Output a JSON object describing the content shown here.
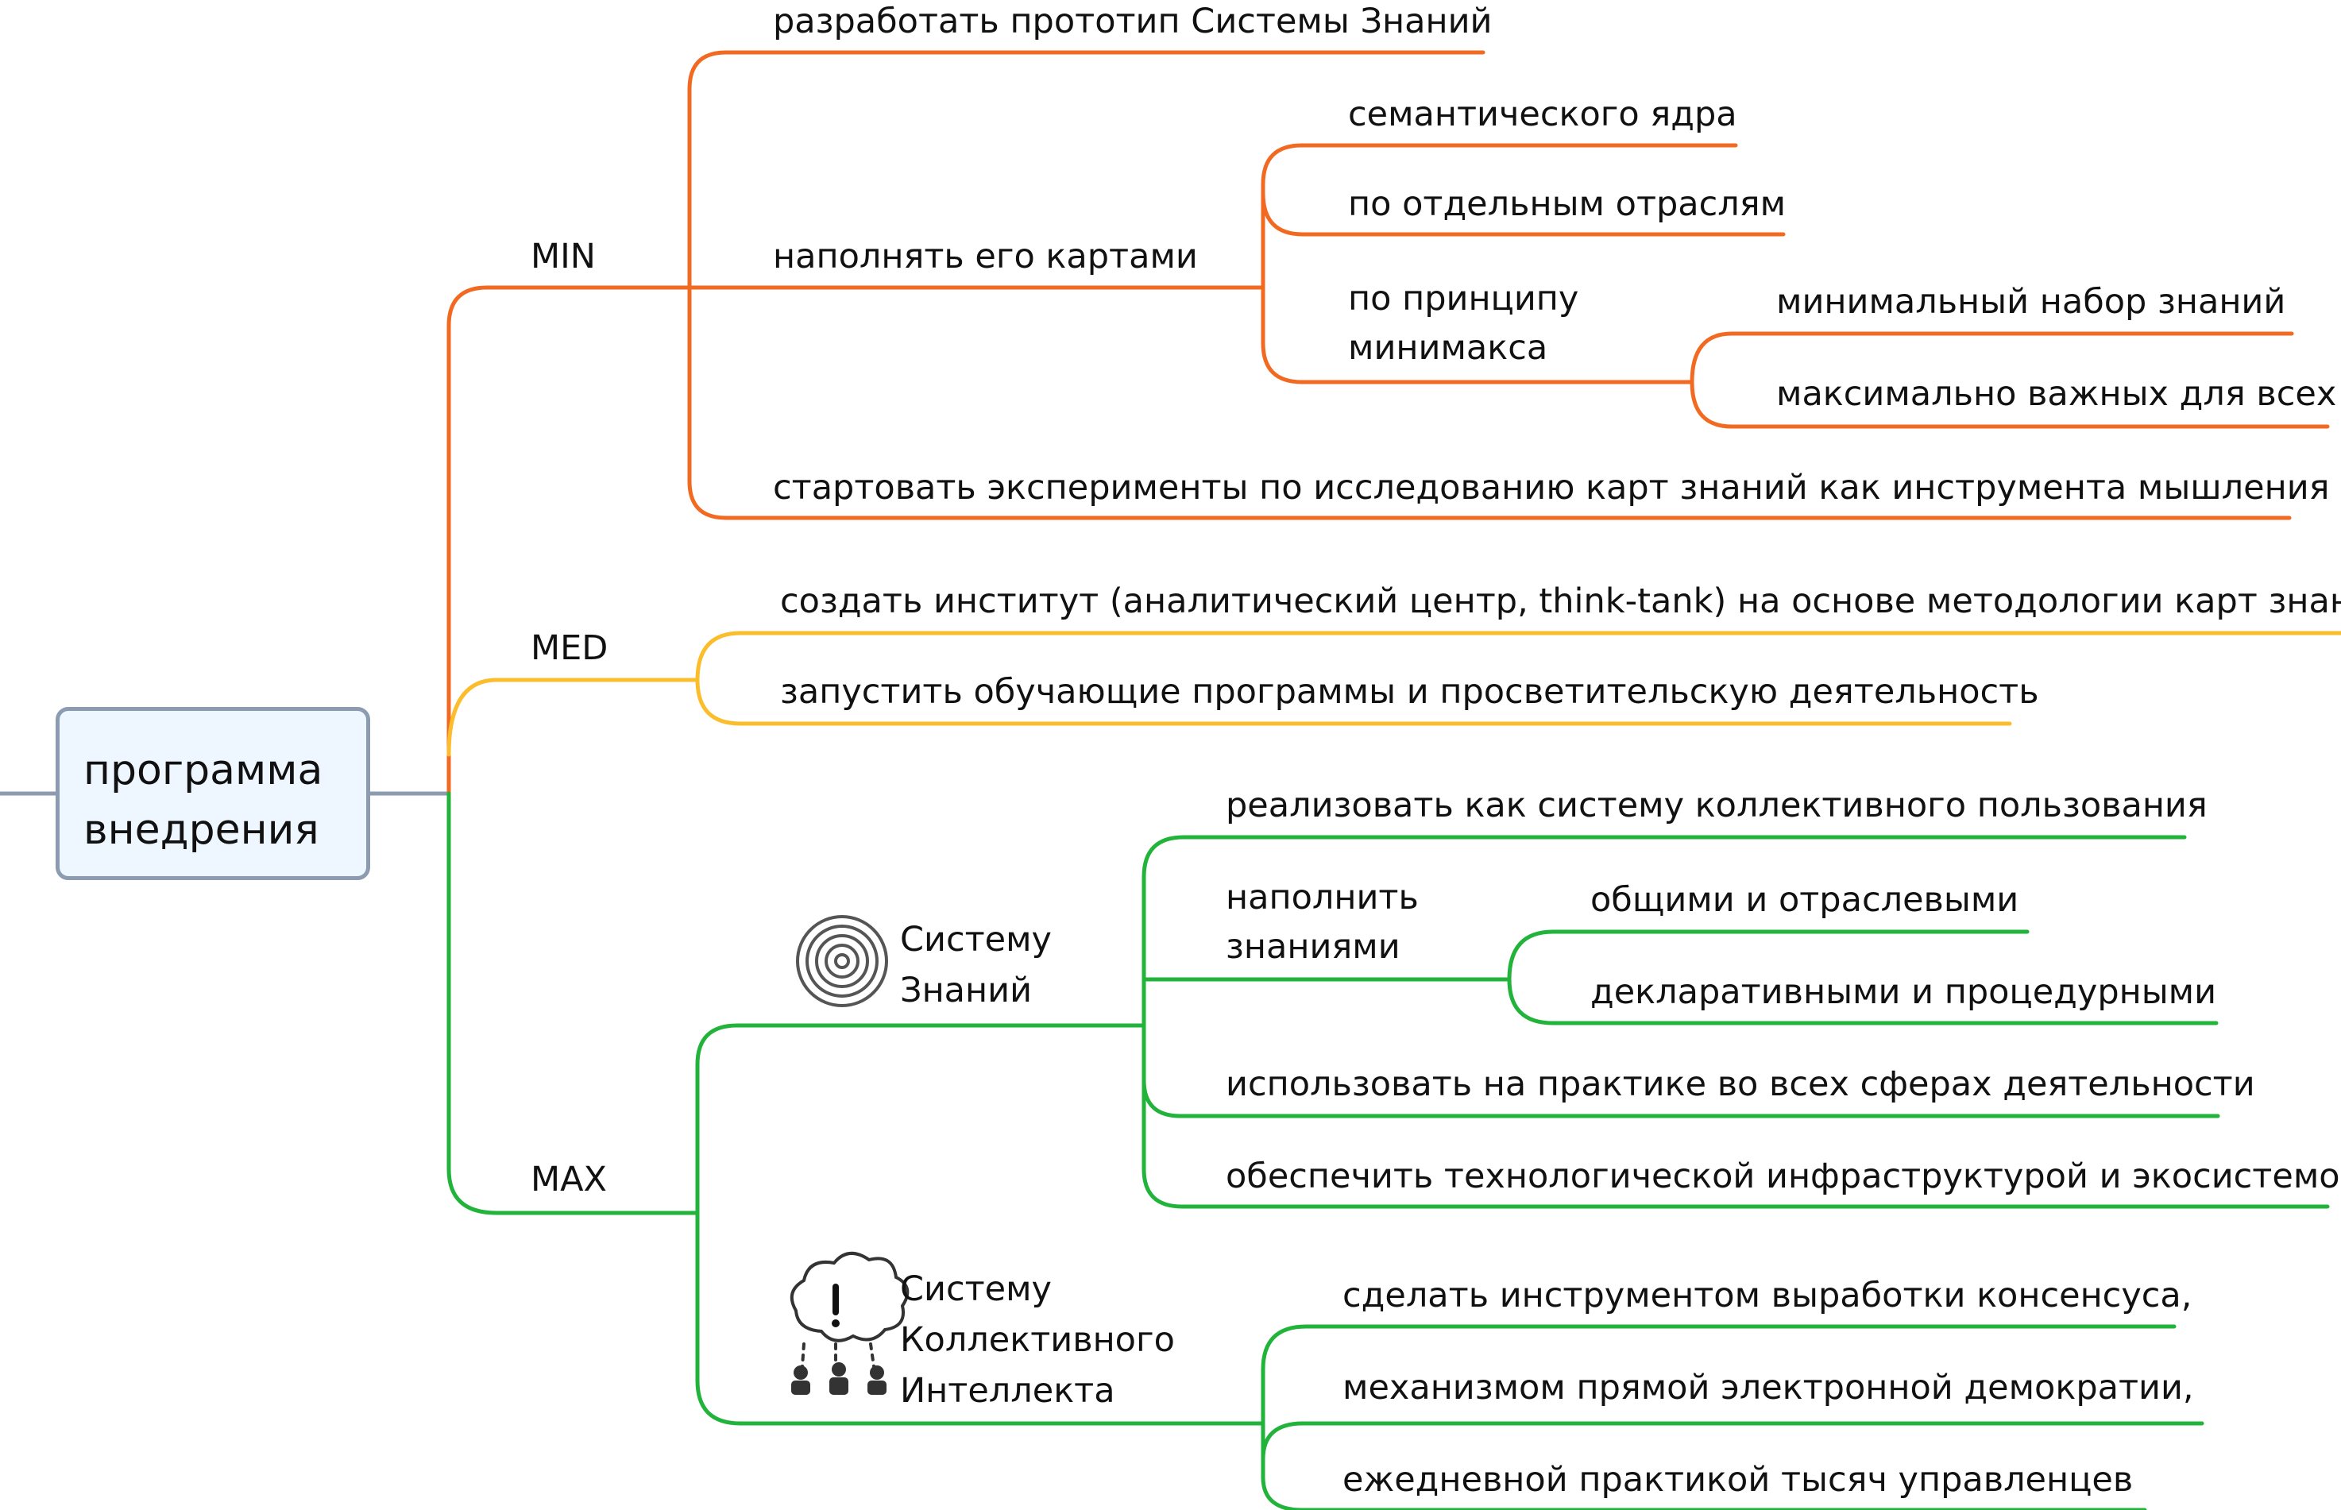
{
  "root": {
    "line1": "программа",
    "line2": "внедрения"
  },
  "min": {
    "label": "MIN",
    "items": [
      "разработать прототип Системы Знаний",
      "наполнять его картами",
      "стартовать эксперименты по исследованию карт знаний как инструмента мышления"
    ],
    "fill_items": [
      "семантического ядра",
      "по отдельным отраслям"
    ],
    "minimax": {
      "line1": "по принципу",
      "line2": "минимакса"
    },
    "minimax_items": [
      "минимальный набор знаний",
      "максимально важных для всех"
    ]
  },
  "med": {
    "label": "MED",
    "items": [
      "создать институт (аналитический центр, think-tank) на основе методологии карт знаний",
      "запустить обучающие программы и просветительскую деятельность"
    ]
  },
  "max": {
    "label": "MAX",
    "system_knowledge": {
      "line1": "Систему",
      "line2": "Знаний",
      "icon": "spiral-icon"
    },
    "sk_items": [
      "реализовать как систему коллективного пользования",
      "использовать на практике во всех сферах деятельности",
      "обеспечить технологической инфраструктурой и экосистемой"
    ],
    "fill_knowledge": {
      "line1": "наполнить",
      "line2": "знаниями"
    },
    "fill_knowledge_items": [
      "общими и отраслевыми",
      "декларативными и процедурными"
    ],
    "collective": {
      "line1": "Систему",
      "line2": "Коллективного",
      "line3": "Интеллекта",
      "icon": "collective-thought-icon"
    },
    "collective_items": [
      "сделать инструментом выработки консенсуса,",
      "механизмом прямой электронной демократии,",
      "ежедневной практикой тысяч управленцев"
    ]
  },
  "colors": {
    "min": "#f26a21",
    "med": "#fbbd2c",
    "max": "#22b33a",
    "root_line": "#8c9bb0"
  }
}
